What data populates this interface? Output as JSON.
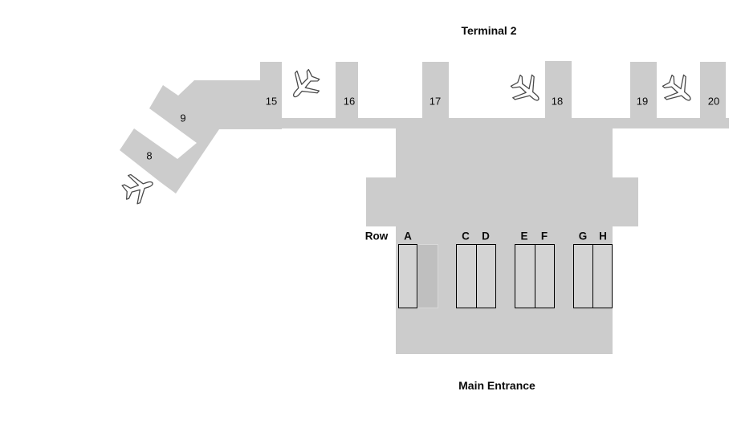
{
  "title": "Terminal 2",
  "entrance_label": "Main Entrance",
  "gates": {
    "g8": "8",
    "g9": "9",
    "g15": "15",
    "g16": "16",
    "g17": "17",
    "g18": "18",
    "g19": "19",
    "g20": "20"
  },
  "checkin": {
    "row_label": "Row",
    "letters": [
      "A",
      "C",
      "D",
      "E",
      "F",
      "G",
      "H"
    ]
  },
  "icons": {
    "airplane": "airplane-icon"
  },
  "colors": {
    "terminal_fill": "#cccccc",
    "desk_fill": "#d4d4d4",
    "desk_closed_fill": "#bfbfbf",
    "desk_closed_border": "#d9d9d9",
    "outline": "#000000",
    "background": "#ffffff",
    "plane_outline": "#4a4a4a"
  }
}
